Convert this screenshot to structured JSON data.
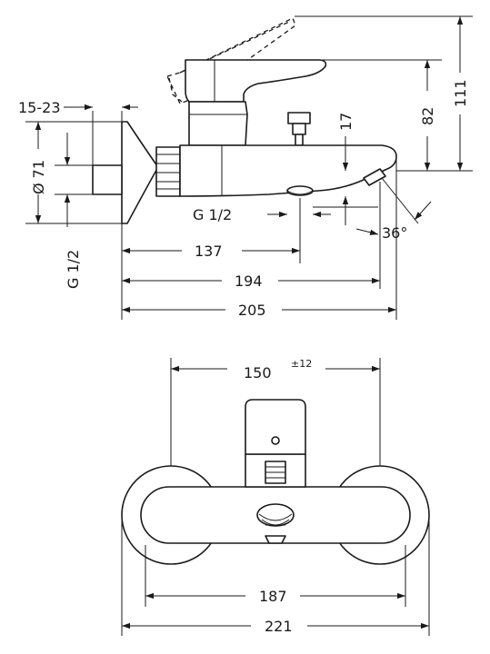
{
  "dimensions": {
    "top_view": {
      "connection_range": "15-23",
      "diameter": "Ø 71",
      "thread_left": "G 1/2",
      "thread_outlet": "G 1/2",
      "spout_drop": "17",
      "height_82": "82",
      "height_111": "111",
      "length_137": "137",
      "length_194": "194",
      "length_205": "205",
      "angle": "36°"
    },
    "front_view": {
      "center_distance": "150",
      "tolerance": "±12",
      "width_187": "187",
      "width_221": "221"
    }
  }
}
